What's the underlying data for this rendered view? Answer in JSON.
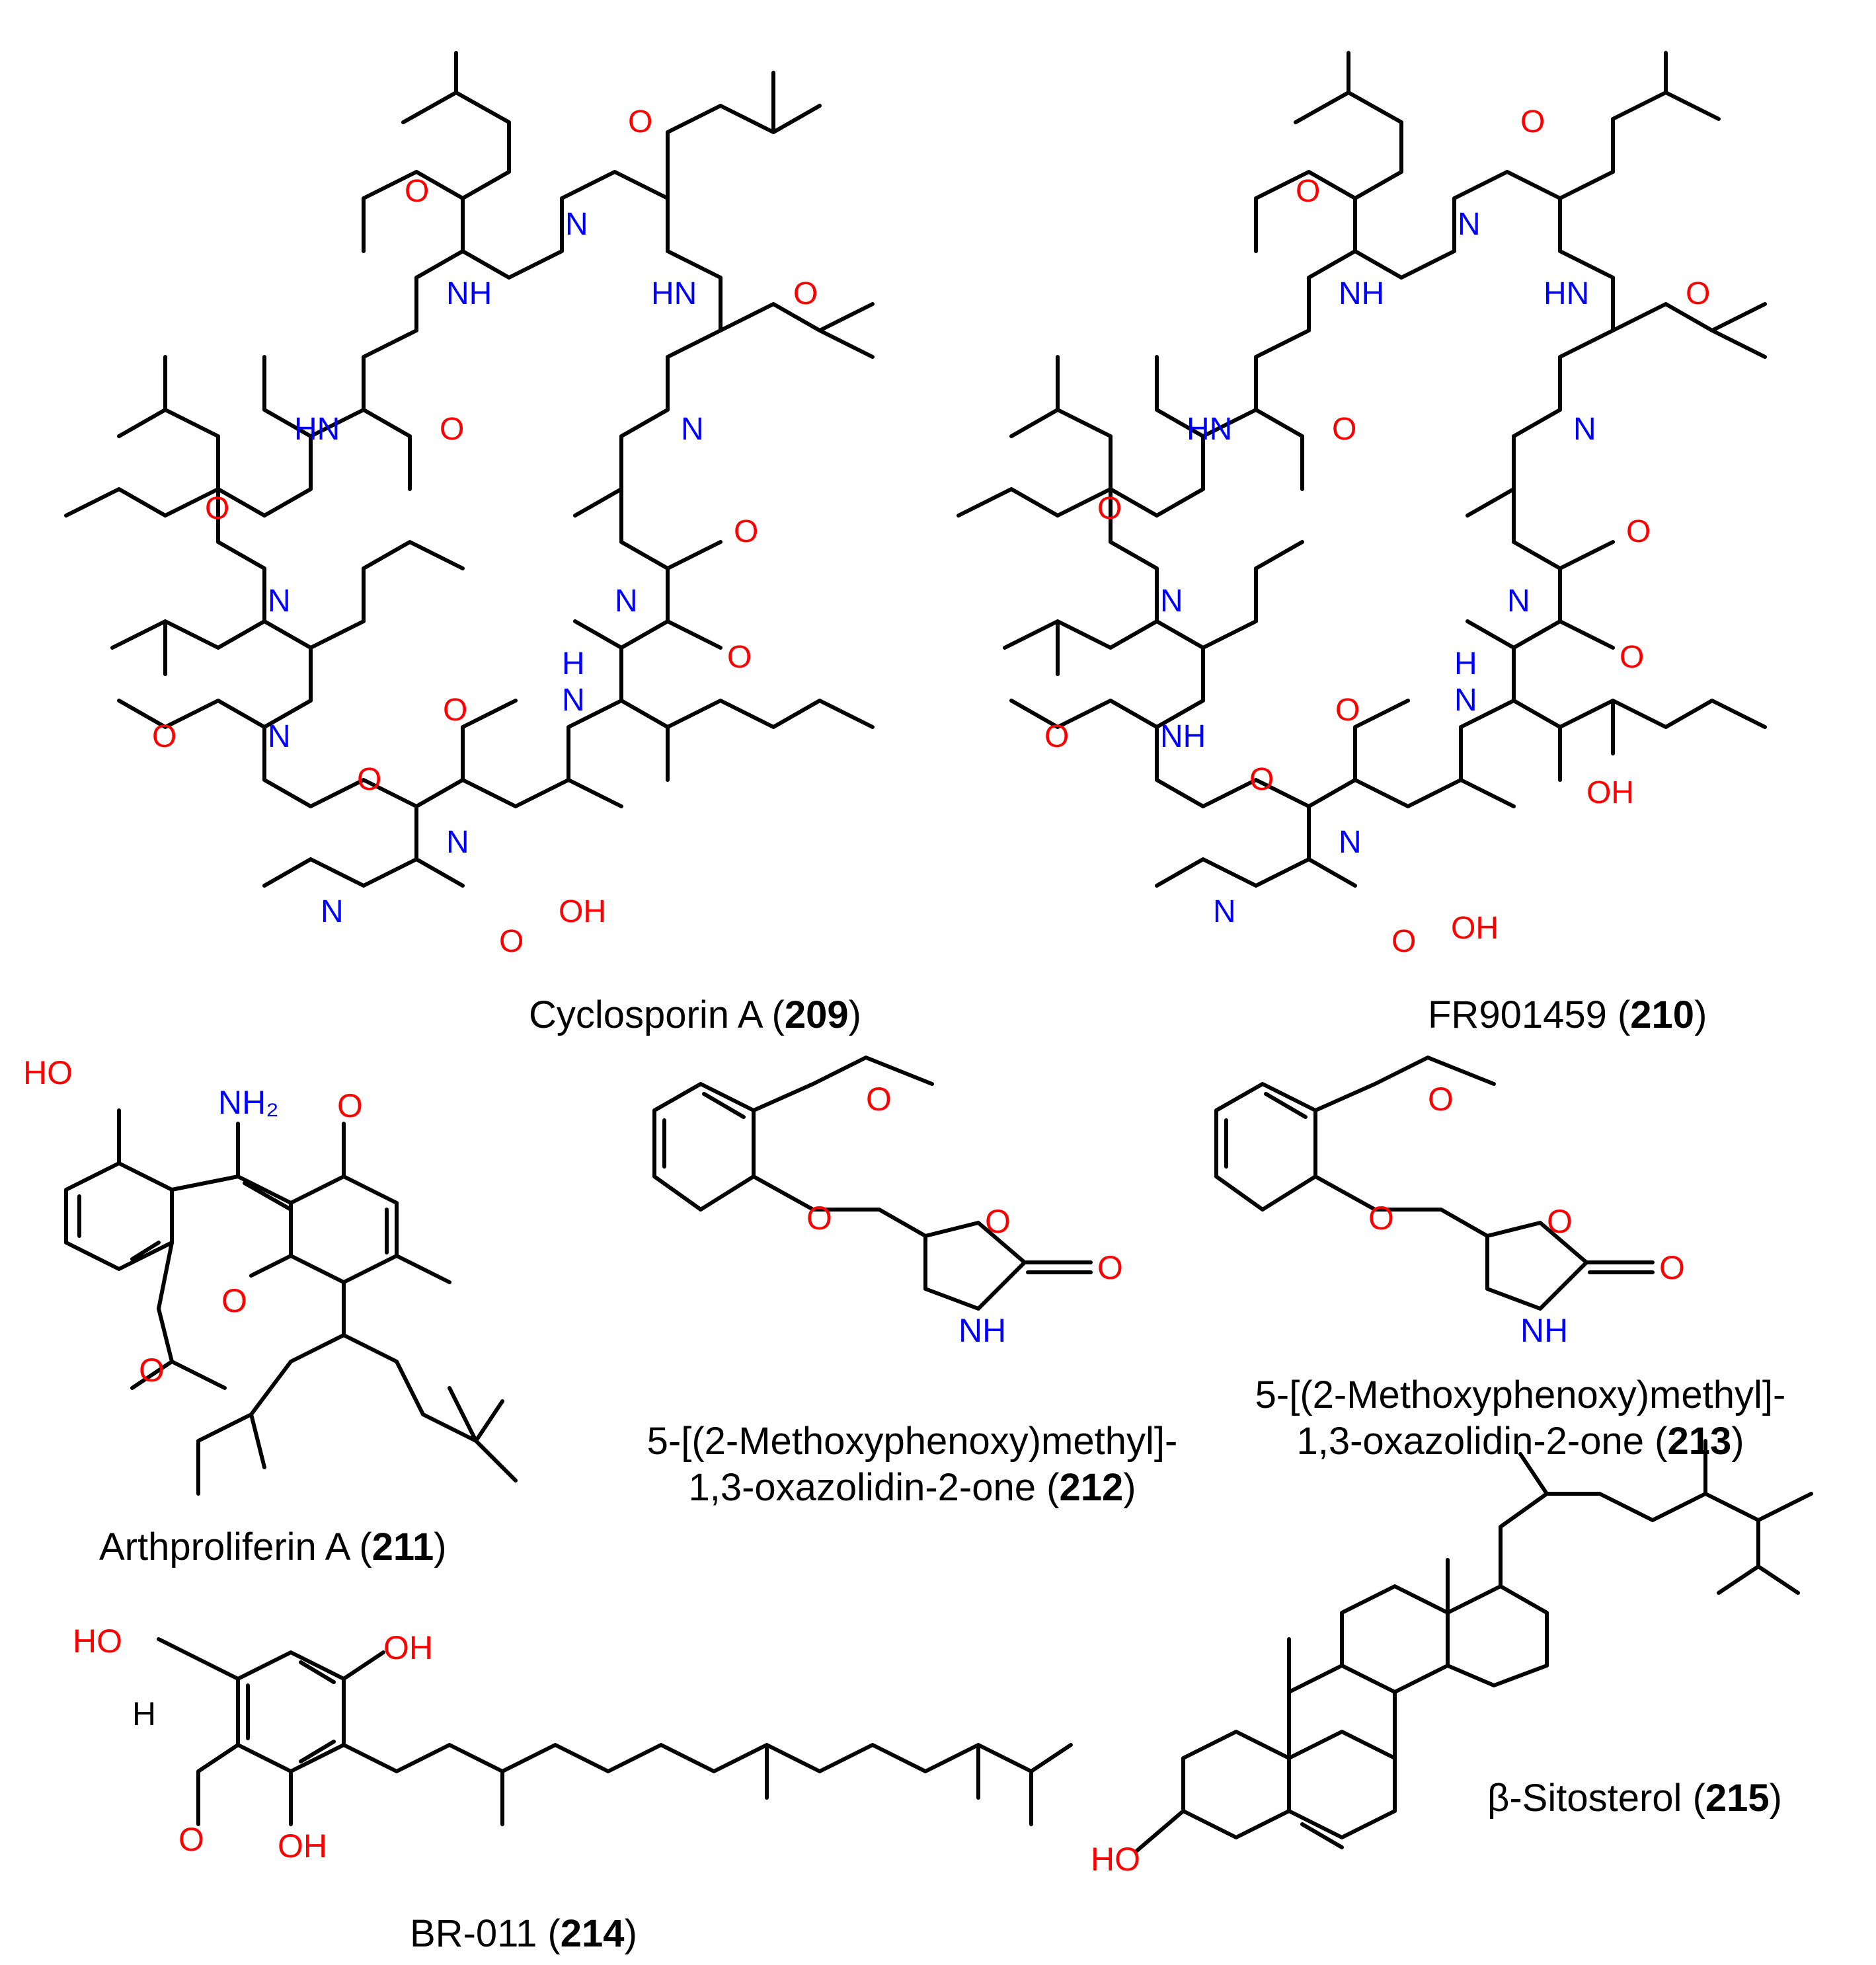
{
  "colors": {
    "oxygen": "#ff0000",
    "nitrogen": "#0000ff",
    "carbon": "#000000"
  },
  "compounds": [
    {
      "id": "209",
      "name": "Cyclosporin A",
      "number": "209"
    },
    {
      "id": "210",
      "name": "FR901459",
      "number": "210"
    },
    {
      "id": "211",
      "name": "Arthproliferin A",
      "number": "211"
    },
    {
      "id": "212",
      "name_line1": "5-[(2-Methoxyphenoxy)methyl]-",
      "name_line2": "1,3-oxazolidin-2-one",
      "number": "212"
    },
    {
      "id": "213",
      "name_line1": "5-[(2-Methoxyphenoxy)methyl]-",
      "name_line2": "1,3-oxazolidin-2-one",
      "number": "213"
    },
    {
      "id": "214",
      "name": "BR-011",
      "number": "214"
    },
    {
      "id": "215",
      "name": "β-Sitosterol",
      "number": "215"
    }
  ],
  "atoms": {
    "o": "O",
    "n": "N",
    "nh": "NH",
    "hn": "HN",
    "h": "H",
    "oh": "OH",
    "ho": "HO",
    "nh2": "NH₂"
  }
}
